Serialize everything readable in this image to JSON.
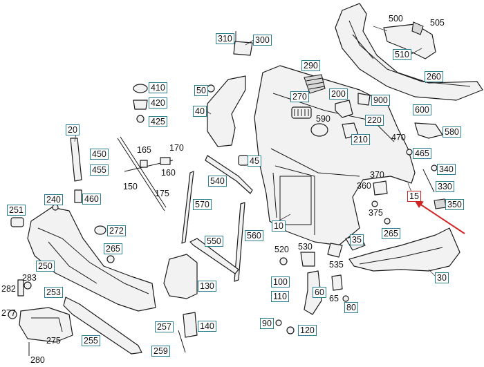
{
  "accent_box_color": "#2a7f8f",
  "highlight_color": "#d12424",
  "callouts": {
    "c500": "500",
    "c505": "505",
    "c510": "510",
    "c260": "260",
    "c310": "310",
    "c300": "300",
    "c290": "290",
    "c270": "270",
    "c200": "200",
    "c900": "900",
    "c600": "600",
    "c220": "220",
    "c590": "590",
    "c210": "210",
    "c580": "580",
    "c470": "470",
    "c465": "465",
    "c340": "340",
    "c370": "370",
    "c360": "360",
    "c330": "330",
    "c15": "15",
    "c350": "350",
    "c375": "375",
    "c265b": "265",
    "c35": "35",
    "c30": "30",
    "c10": "10",
    "c45": "45",
    "c540": "540",
    "c570": "570",
    "c560": "560",
    "c550": "550",
    "c50": "50",
    "c40": "40",
    "c410": "410",
    "c420": "420",
    "c425": "425",
    "c20": "20",
    "c450": "450",
    "c455": "455",
    "c165": "165",
    "c170": "170",
    "c160": "160",
    "c150": "150",
    "c175": "175",
    "c460": "460",
    "c240": "240",
    "c251": "251",
    "c272": "272",
    "c265a": "265",
    "c250": "250",
    "c283": "283",
    "c282": "282",
    "c253": "253",
    "c277": "277",
    "c275": "275",
    "c255": "255",
    "c280": "280",
    "c520": "520",
    "c530": "530",
    "c535": "535",
    "c100": "100",
    "c110": "110",
    "c60": "60",
    "c65": "65",
    "c80": "80",
    "c90": "90",
    "c120": "120",
    "c130": "130",
    "c140": "140",
    "c257": "257",
    "c259": "259"
  }
}
